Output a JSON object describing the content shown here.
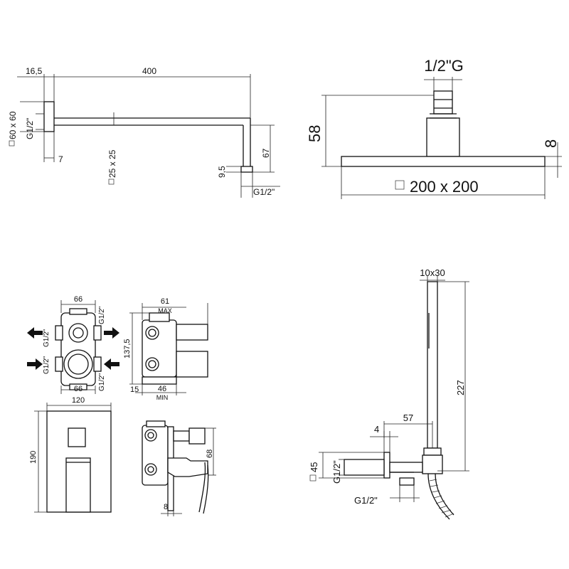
{
  "arm": {
    "dim_16_5": "16,5",
    "dim_400": "400",
    "dim_60x60": "60 x 60",
    "dim_g12_left": "G1/2\"",
    "dim_7": "7",
    "dim_25x25": "25 x 25",
    "dim_9_5": "9,5",
    "dim_67": "67",
    "dim_g12_bottom": "G1/2\""
  },
  "head": {
    "dim_connection": "1/2\"G",
    "dim_58": "58",
    "dim_8": "8",
    "dim_size": "200 x 200"
  },
  "valve_body": {
    "dim_66_top": "66",
    "dim_66_bottom": "66",
    "port_top_left": "G1/2\"",
    "port_top_right": "G1/2\"",
    "port_bottom_left": "G1/2\"",
    "port_bottom_right": "G1/2\"",
    "dim_61": "61",
    "dim_max": "MAX",
    "dim_137_5": "137,5",
    "dim_15": "15",
    "dim_46": "46",
    "dim_min": "MIN"
  },
  "mixer": {
    "dim_120": "120",
    "dim_190": "190",
    "dim_68": "68",
    "dim_8": "8"
  },
  "hand_shower": {
    "dim_10x30": "10x30",
    "dim_227": "227",
    "dim_57": "57",
    "dim_4": "4",
    "dim_45": "45",
    "dim_g12_side": "G1/2\"",
    "dim_g12_bottom": "G1/2\""
  }
}
